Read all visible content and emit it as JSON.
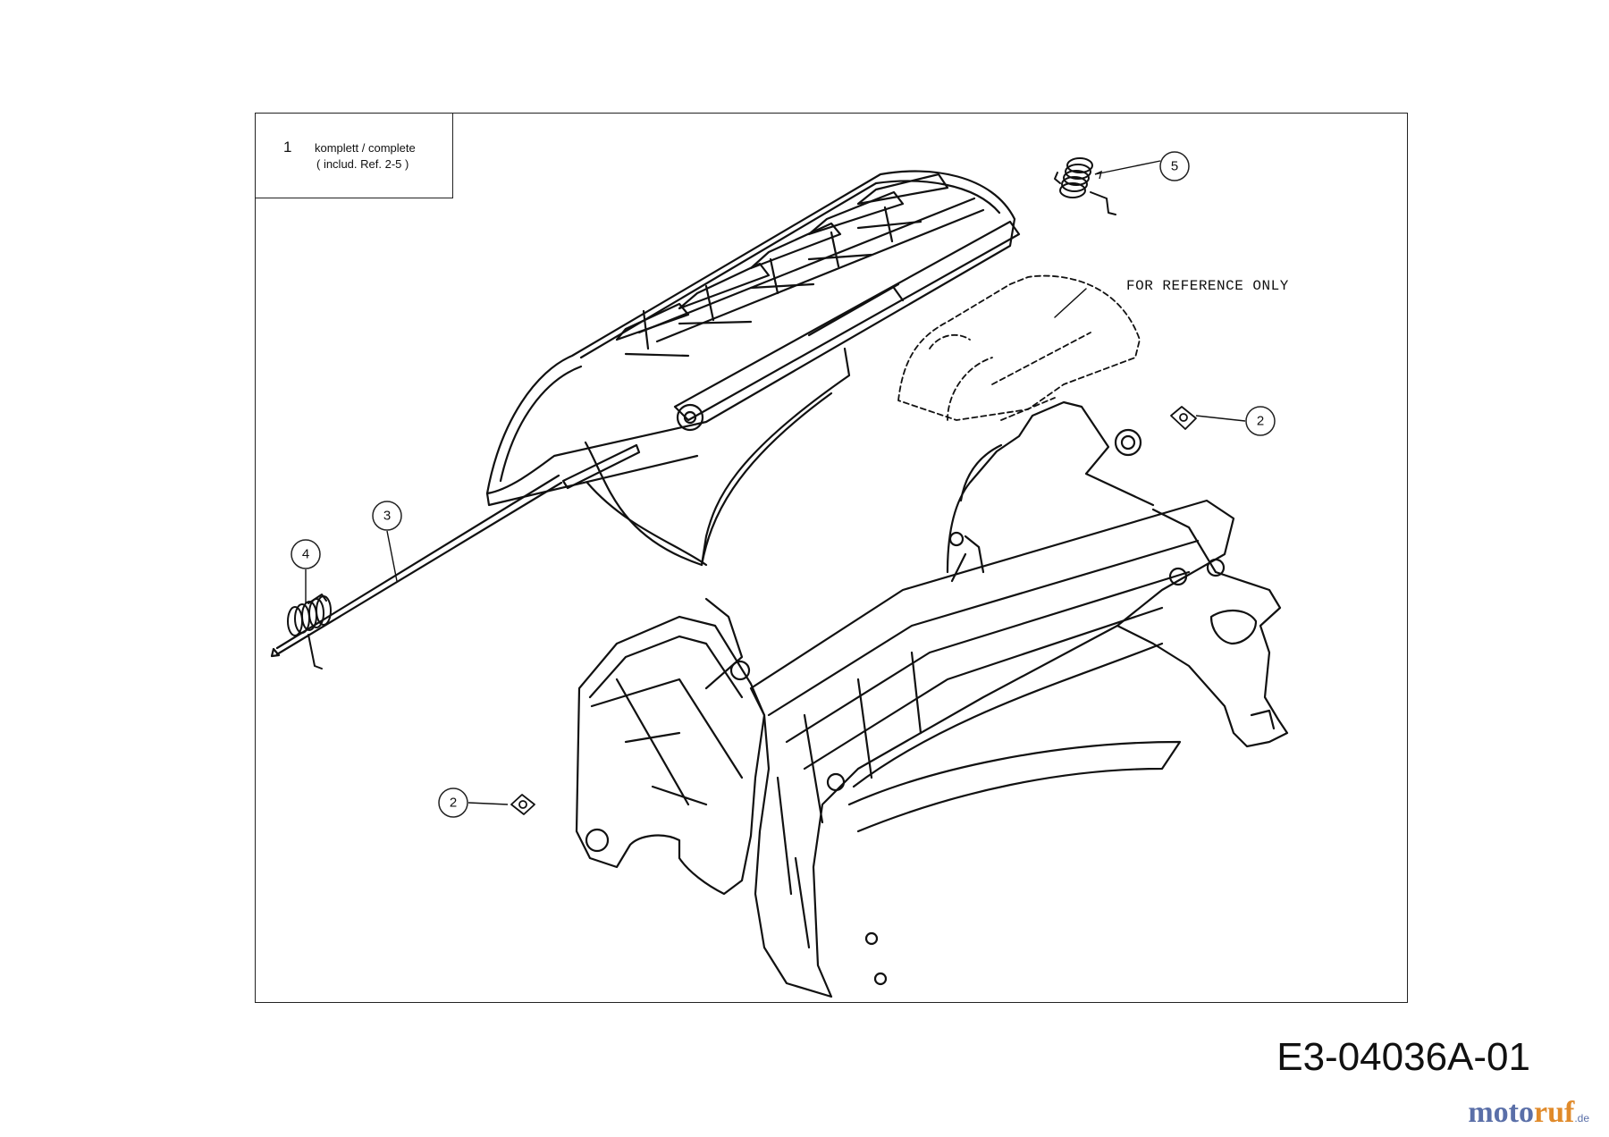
{
  "legend": {
    "number": "1",
    "line1": "komplett / complete",
    "line2": "(  includ. Ref. 2-5  )"
  },
  "reference_note": "FOR REFERENCE ONLY",
  "callouts": [
    "5",
    "2",
    "3",
    "4",
    "2"
  ],
  "drawing_id": "E3-04036A-01",
  "brand": {
    "part1": "moto",
    "part2": "ruf",
    "suffix": ".de"
  }
}
